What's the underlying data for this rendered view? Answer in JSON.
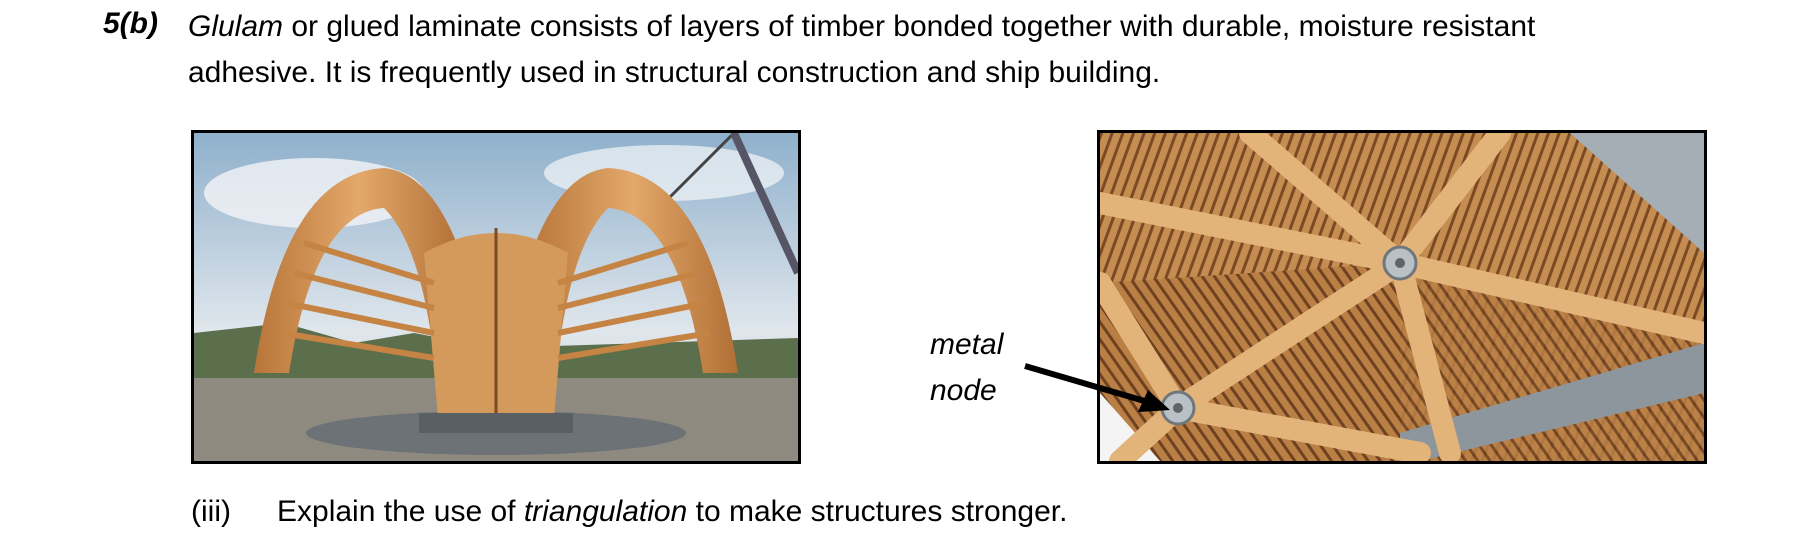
{
  "question": {
    "number": "5(b)",
    "term": "Glulam",
    "line1_rest": " or glued laminate consists of layers of timber bonded together with durable, moisture resistant",
    "line2": "adhesive.  It is frequently used in structural construction and ship building."
  },
  "figure_right": {
    "label_line1": "metal",
    "label_line2": "node"
  },
  "subquestion": {
    "number": "(iii)",
    "text_before": "Explain the use of ",
    "term": "triangulation",
    "text_after": " to make structures stronger."
  },
  "colors": {
    "timber": "#c98a4a",
    "timber_light": "#e0b07a",
    "sky": "#b9c8d6",
    "steel": "#9aa4ab"
  }
}
